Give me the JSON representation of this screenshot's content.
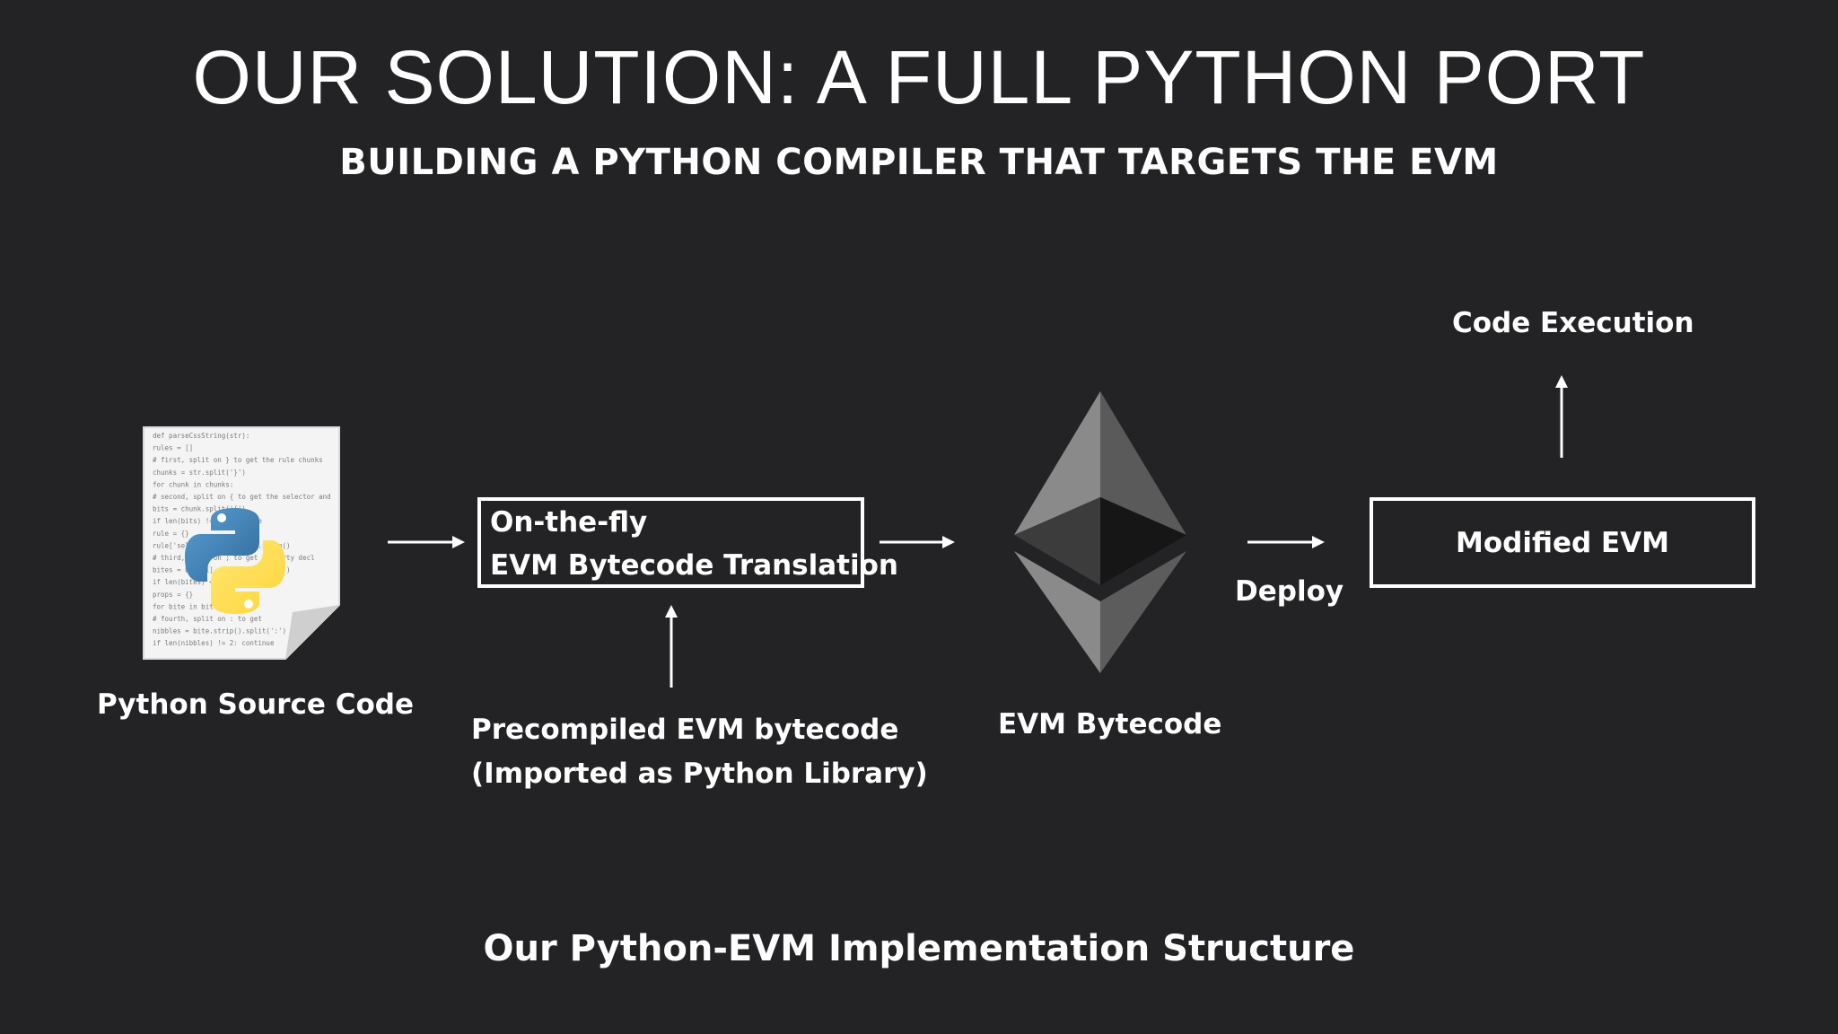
{
  "slide": {
    "title": "OUR SOLUTION: A FULL PYTHON PORT",
    "subtitle": "BUILDING A PYTHON COMPILER THAT TARGETS THE EVM",
    "caption": "Our Python-EVM Implementation Structure"
  },
  "nodes": {
    "source": {
      "label": "Python Source Code",
      "icon": "python-file-icon"
    },
    "translation": {
      "line1": "On-the-fly",
      "line2": "EVM Bytecode Translation"
    },
    "precompiled": {
      "line1": "Precompiled EVM bytecode",
      "line2": "(Imported as Python Library)"
    },
    "bytecode": {
      "label": "EVM Bytecode",
      "icon": "ethereum-logo-icon"
    },
    "deploy": {
      "label": "Deploy"
    },
    "evm": {
      "label": "Modified EVM"
    },
    "execution": {
      "label": "Code Execution"
    }
  },
  "code_snippet": [
    "def parseCssString(str):",
    "    rules = []",
    "    # first, split on } to get the rule chunks",
    "    chunks = str.split('}')",
    "    for chunk in chunks:",
    "        # second, split on { to get the selector and",
    "        bits = chunk.split('{')",
    "        if len(bits) != 2: continue",
    "        rule = {}",
    "        rule['selector'] = bits[0].strip()",
    "        # third, split on ; to get property decl",
    "        bites = bits[1].strip().split(';')",
    "        if len(bites) < 1: continue",
    "        props = {}",
    "        for bite in bites:",
    "            # fourth, split on : to get",
    "            nibbles = bite.strip().split(':')",
    "            if len(nibbles) != 2: continue"
  ],
  "colors": {
    "background": "#232224",
    "foreground": "#ffffff",
    "python_blue": "#3b77a8",
    "python_yellow": "#f7d64a"
  }
}
